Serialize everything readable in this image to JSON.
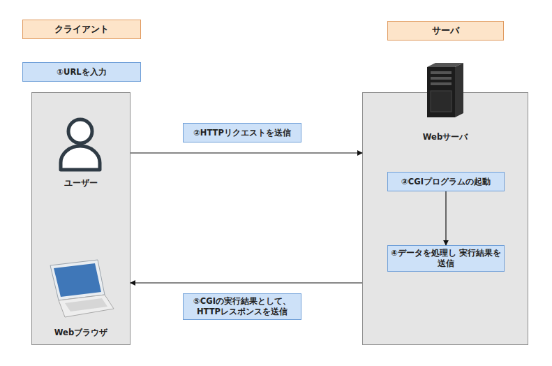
{
  "diagram": {
    "nodes": [
      {
        "text": [
          "クライアント"
        ]
      },
      {
        "text": [
          "サーバ"
        ]
      },
      {
        "text": [
          "①URLを入力"
        ]
      },
      {
        "text": [
          "ユーザー",
          "Webブラウザ"
        ]
      },
      {
        "text": [
          "②HTTPリクエストを送信"
        ]
      },
      {
        "text": [
          "Webサーバ"
        ]
      },
      {
        "text": [
          "③CGIプログラムの起動"
        ],
        "in": 5
      },
      {
        "text": [
          "④データを処理し 実行結果を送信"
        ],
        "in": 5
      },
      {
        "text": [
          "⑤CGIの実行結果として、 HTTPレスポンスを送信"
        ]
      }
    ],
    "edges": [
      {
        "from": 3,
        "to": 5,
        "arrow": "to"
      },
      {
        "from": 6,
        "to": 7,
        "arrow": "to"
      },
      {
        "from": 5,
        "to": 3,
        "arrow": "to"
      }
    ]
  }
}
